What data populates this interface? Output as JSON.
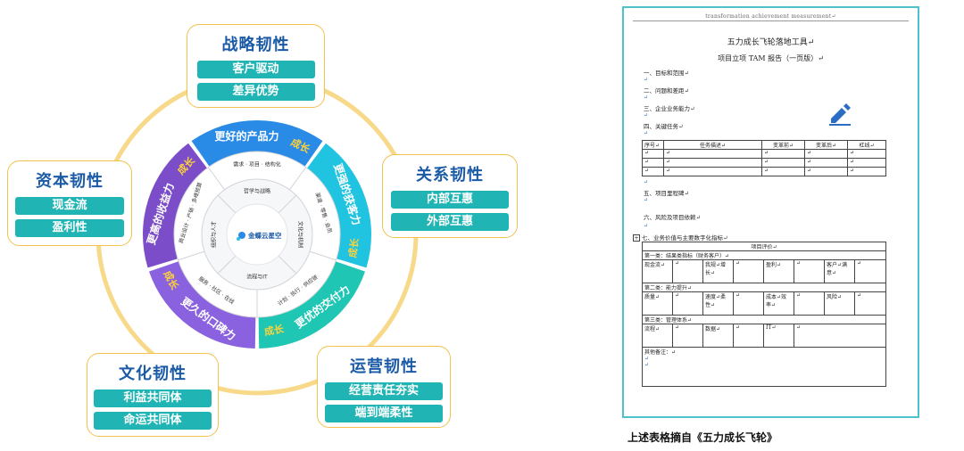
{
  "diagram": {
    "center_logo": "金蝶云星空",
    "inner_ring": [
      "哲学与战略",
      "文化与机制",
      "流程与IT",
      "组织与人才"
    ],
    "middle_ring": [
      "需求 · 项目 · 结构化",
      "渠道 · 零售 · 会员",
      "计划 · 执行 · 供应链",
      "服务 · 社区 · 在线",
      "商业设计 · 产销 · 多维预算"
    ],
    "outer_ring": [
      {
        "label": "更好的产品力",
        "growth": "成长"
      },
      {
        "label": "更强的获客力",
        "growth": "成长"
      },
      {
        "label": "更优的交付力",
        "growth": "成长"
      },
      {
        "label": "更久的口碑力",
        "growth": "成长"
      },
      {
        "label": "更高的收益力",
        "growth": "成长"
      }
    ],
    "resilience": [
      {
        "title": "战略韧性",
        "items": [
          "客户驱动",
          "差异优势"
        ]
      },
      {
        "title": "关系韧性",
        "items": [
          "内部互惠",
          "外部互惠"
        ]
      },
      {
        "title": "运营韧性",
        "items": [
          "经营责任夯实",
          "端到端柔性"
        ]
      },
      {
        "title": "文化韧性",
        "items": [
          "利益共同体",
          "命运共同体"
        ]
      },
      {
        "title": "资本韧性",
        "items": [
          "现金流",
          "盈利性"
        ]
      }
    ]
  },
  "document": {
    "header": "transformation achievement measurement↵",
    "title": "五力成长飞轮落地工具↵",
    "subtitle": "项目立项 TAM 报告（一页版）↵",
    "sections": {
      "s1": "一、目标和范围↵",
      "s2": "二、问题和差距↵",
      "s3": "三、企业业务能力↵",
      "s4": "四、关键任务↵",
      "s5": "五、项目里程碑↵",
      "s6": "六、风险及项目依赖↵",
      "s7": "七、业务价值与主要数字化指标↵"
    },
    "task_table_headers": [
      "序号↵",
      "任务描述↵",
      "变革前↵",
      "变革后↵",
      "杠线↵"
    ],
    "eval": {
      "title": "项目评价↵",
      "cat1": "第一类：结果类指标（财务客户）↵",
      "cat1_items": [
        "现金流↵",
        "我规↵增长↵",
        "盈利↵",
        "客户↵满意↵"
      ],
      "cat2": "第二类：能力提升↵",
      "cat2_items": [
        "质量↵",
        "速度↵柔性↵",
        "成本↵效率↵",
        "风险↵"
      ],
      "cat3": "第三类：管理体系↵",
      "cat3_items": [
        "流程↵",
        "数据↵",
        "IT↵"
      ],
      "other": "其他备注：↵"
    }
  },
  "caption": "上述表格摘自《五力成长飞轮》",
  "colors": {
    "ring_gold": "#f8d98a",
    "box_border": "#f2c14e",
    "title_blue": "#1a5aa6",
    "pill_teal": "#21b4b4",
    "seg_blue": "#2a8be6",
    "seg_cyan": "#20c4e0",
    "seg_teal": "#1fc6b4",
    "seg_violet": "#8a62e0",
    "seg_purple": "#7c4dc8",
    "growth_yellow": "#ffd23a",
    "doc_border": "#4ec2cc"
  }
}
